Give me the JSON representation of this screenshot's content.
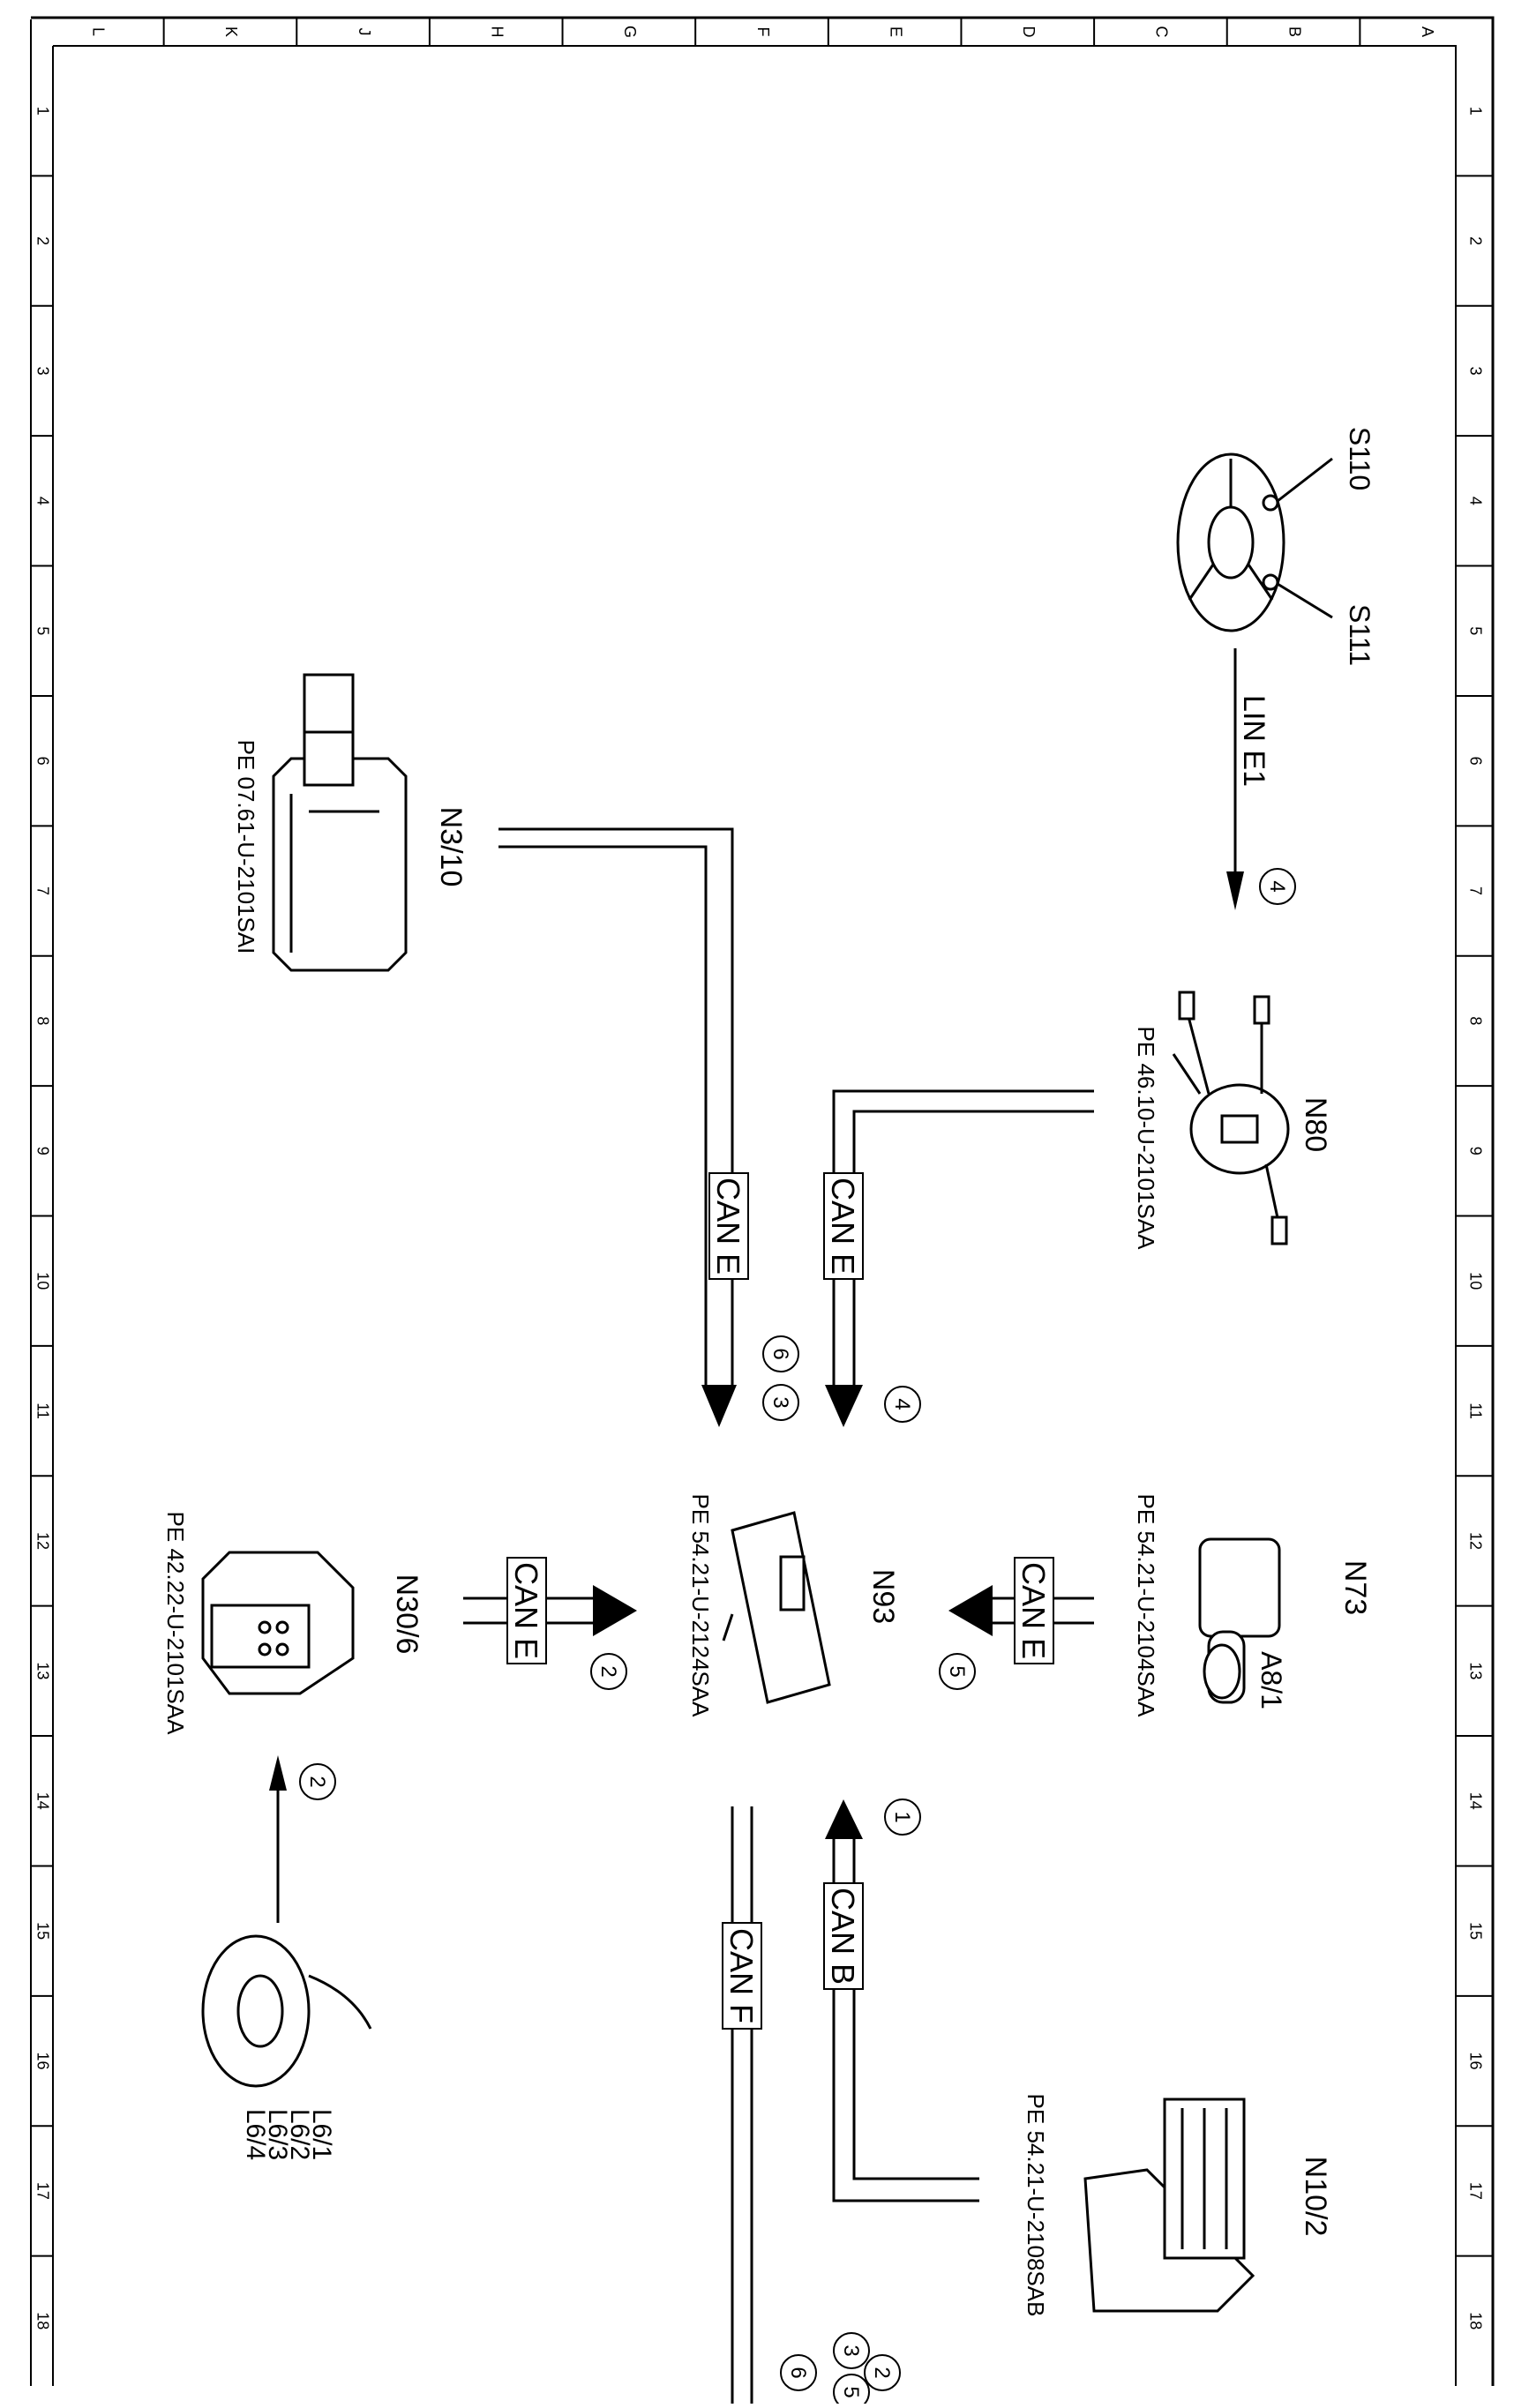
{
  "grid": {
    "columns": [
      "L",
      "K",
      "J",
      "H",
      "G",
      "F",
      "E",
      "D",
      "C",
      "B",
      "A"
    ],
    "rows": [
      "1",
      "2",
      "3",
      "4",
      "5",
      "6",
      "7",
      "8",
      "9",
      "10",
      "11",
      "12",
      "13",
      "14",
      "15",
      "16",
      "17",
      "18"
    ]
  },
  "components": {
    "steering_wheel": {
      "label_a": "S110",
      "label_b": "S111"
    },
    "lin_bus": {
      "label": "LIN E1",
      "circle": "4"
    },
    "n3_10": {
      "label": "N3/10",
      "ref": "PE 07.61-U-2101SAI"
    },
    "n80": {
      "label": "N80",
      "ref": "PE 46.10-U-2101SAA"
    },
    "n93": {
      "label": "N93",
      "ref": "PE 54.21-U-2124SAA"
    },
    "n73": {
      "label": "N73",
      "sub": "A8/1",
      "ref": "PE 54.21-U-2104SAA"
    },
    "n30_6": {
      "label": "N30/6",
      "ref": "PE 42.22-U-2101SAA"
    },
    "n10_2": {
      "label": "N10/2",
      "ref": "PE 54.21-U-2108SAB"
    },
    "wheel_sensor": {
      "labels": [
        "L6/1",
        "L6/2",
        "L6/3",
        "L6/4"
      ]
    }
  },
  "buses": {
    "can_e_left": {
      "label": "CAN E",
      "circles": [
        "6",
        "3"
      ]
    },
    "can_e_right": {
      "label": "CAN E",
      "circles": [
        "4"
      ]
    },
    "can_e_n30": {
      "label": "CAN E",
      "circles": [
        "2"
      ]
    },
    "can_e_n73": {
      "label": "CAN E",
      "circles": [
        "5"
      ]
    },
    "can_b": {
      "label": "CAN B",
      "circles": [
        "1"
      ]
    },
    "can_f": {
      "label": "CAN F"
    },
    "sensor_link": {
      "circles": [
        "2"
      ]
    }
  },
  "bottom_circles": [
    "6",
    "5",
    "3",
    "2"
  ]
}
